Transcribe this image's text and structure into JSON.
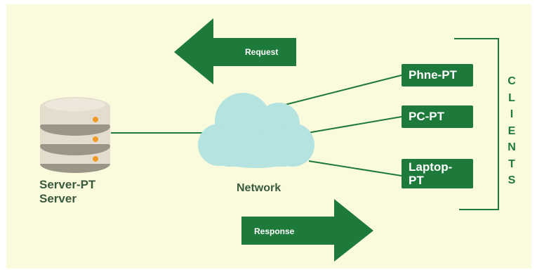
{
  "request_label": "Request",
  "response_label": "Response",
  "server_label_line1": "Server-PT",
  "server_label_line2": "Server",
  "network_label": "Network",
  "clients": [
    {
      "label": "Phne-PT"
    },
    {
      "label": "PC-PT"
    },
    {
      "label": "Laptop-\nPT"
    }
  ],
  "clients_title_letters": [
    "C",
    "L",
    "I",
    "E",
    "N",
    "T",
    "S"
  ],
  "colors": {
    "background": "#fafadc",
    "green": "#1e7a3a",
    "cloud": "#b5e3e0",
    "server_body": "#e4dccd",
    "server_stripe": "#9b9588",
    "server_light": "#f19a2a"
  }
}
